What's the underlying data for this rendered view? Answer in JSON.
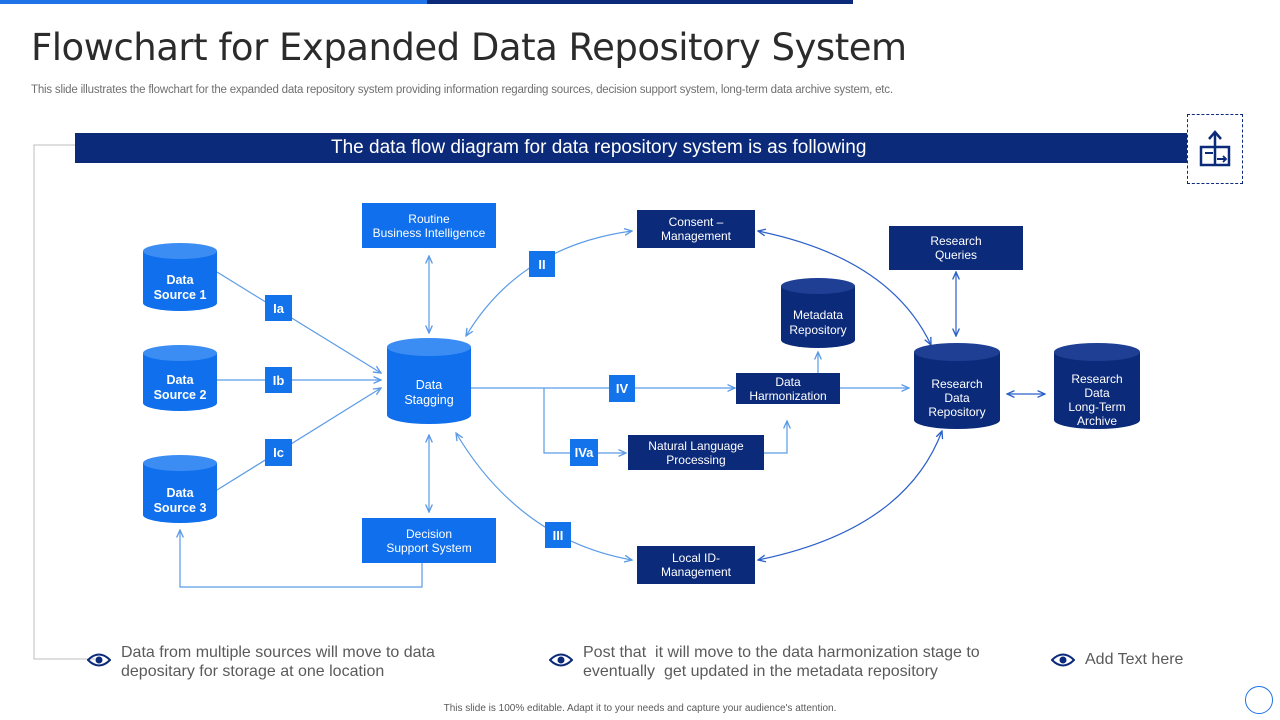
{
  "slide": {
    "title": "Flowchart for Expanded Data Repository System",
    "subtitle": "This slide illustrates the flowchart for the expanded data repository system providing information regarding sources, decision support system, long-term data archive system, etc.",
    "banner": "The data flow diagram for data repository system is as following",
    "footer": "This slide is 100% editable.  Adapt it to your needs and capture your audience's attention."
  },
  "nodes": {
    "source1": "Data\nSource 1",
    "source2": "Data\nSource 2",
    "source3": "Data\nSource 3",
    "staging": "Data\nStagging",
    "routine_bi": "Routine\nBusiness Intelligence",
    "dss": "Decision\nSupport System",
    "consent": "Consent –\nManagement",
    "local_id": "Local ID-\nManagement",
    "metadata": "Metadata\nRepository",
    "harmonization": "Data\nHarmonization",
    "nlp": "Natural Language\nProcessing",
    "research_queries": "Research\nQueries",
    "research_repo": "Research\nData\nRepository",
    "archive": "Research\nData\nLong-Term\nArchive"
  },
  "tags": {
    "ia": "Ia",
    "ib": "Ib",
    "ic": "Ic",
    "ii": "II",
    "iii": "III",
    "iv": "IV",
    "iva": "IVa"
  },
  "bullets": [
    "Data from multiple sources will move to data\ndepositary for storage at one location",
    "Post that  it will move to the data harmonization stage to\neventually  get updated in the metadata repository",
    "Add Text here"
  ],
  "colors": {
    "dark_blue": "#0b2a7a",
    "light_blue": "#0f6fec",
    "arrow": "#5b9be6"
  },
  "icons": {
    "banner_icon": "flowchart-icon",
    "bullet_icon": "eye-icon"
  }
}
